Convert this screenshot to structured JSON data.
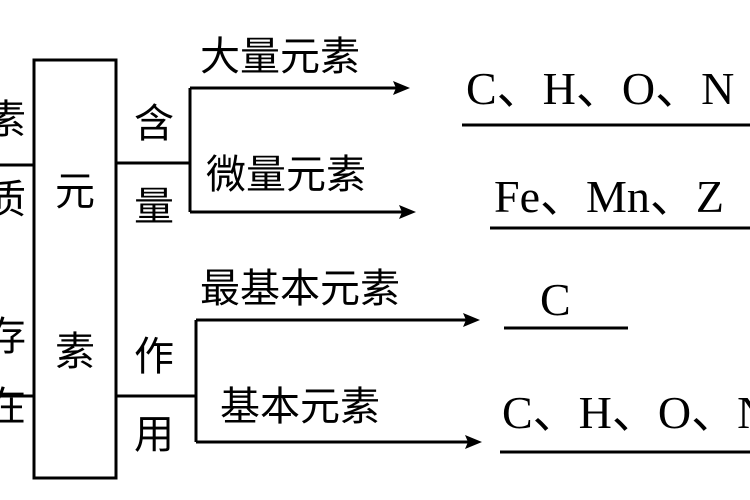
{
  "left_edge": {
    "top_glyphs": [
      "素",
      "质"
    ],
    "bottom_glyphs": [
      "存",
      "在"
    ]
  },
  "main_box": {
    "glyphs": [
      "元",
      "素"
    ]
  },
  "groups": {
    "content": {
      "glyphs": [
        "含",
        "量"
      ],
      "branches": [
        {
          "label": "大量元素",
          "answer": "C、H、O、N"
        },
        {
          "label": "微量元素",
          "answer": "Fe、Mn、Z"
        }
      ]
    },
    "function": {
      "glyphs": [
        "作",
        "用"
      ],
      "branches": [
        {
          "label": "最基本元素",
          "answer": "C"
        },
        {
          "label": "基本元素",
          "answer": "C、H、O、N"
        }
      ]
    }
  }
}
